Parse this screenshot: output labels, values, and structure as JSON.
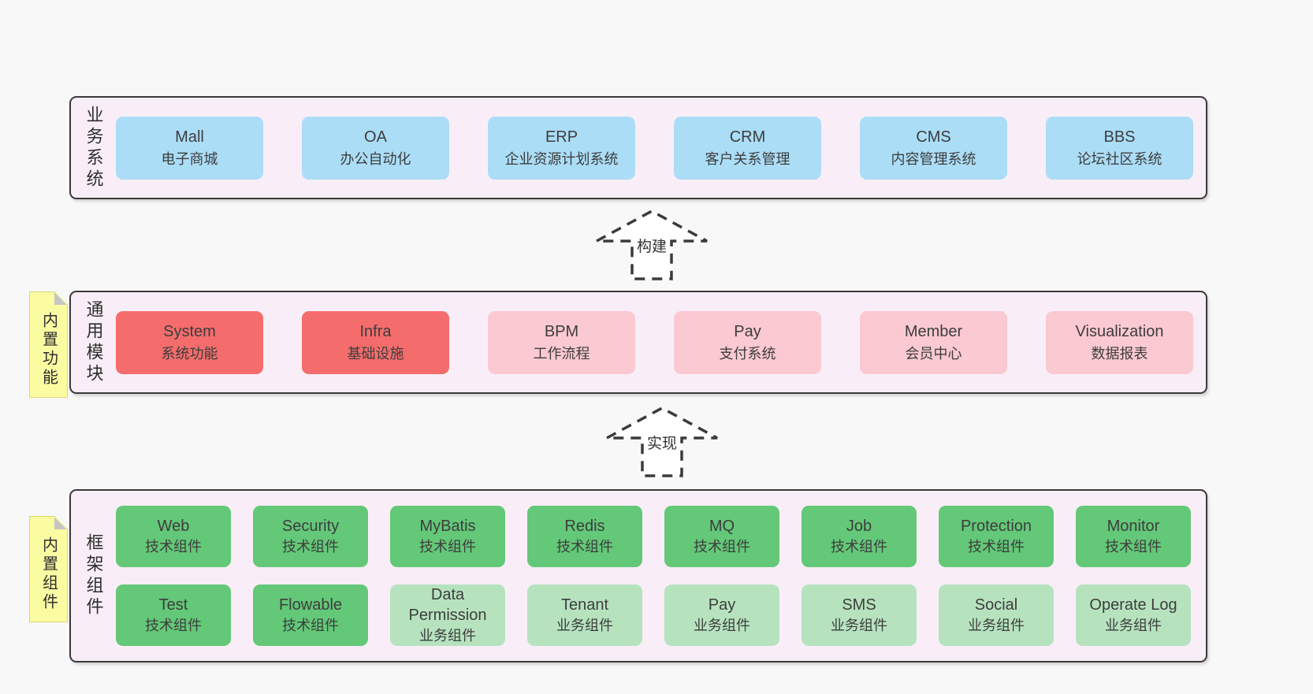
{
  "colors": {
    "page_background": "#f8f8f8",
    "panel_background": "#f9eef7",
    "panel_border": "#3a3a3a",
    "blue_box": "#abddf7",
    "red_box": "#f56c6c",
    "pink_box": "#fbc9d2",
    "green_box": "#63c878",
    "light_green_box": "#b6e3be",
    "sticky_note": "#fbfba2",
    "text": "#3d3d3d"
  },
  "arrows": [
    {
      "label": "构建"
    },
    {
      "label": "实现"
    }
  ],
  "layers": [
    {
      "label": "业务系统",
      "boxes": [
        {
          "title": "Mall",
          "subtitle": "电子商城"
        },
        {
          "title": "OA",
          "subtitle": "办公自动化"
        },
        {
          "title": "ERP",
          "subtitle": "企业资源计划系统"
        },
        {
          "title": "CRM",
          "subtitle": "客户关系管理"
        },
        {
          "title": "CMS",
          "subtitle": "内容管理系统"
        },
        {
          "title": "BBS",
          "subtitle": "论坛社区系统"
        }
      ]
    },
    {
      "label": "通用模块",
      "note": "内置功能",
      "boxes": [
        {
          "title": "System",
          "subtitle": "系统功能"
        },
        {
          "title": "Infra",
          "subtitle": "基础设施"
        },
        {
          "title": "BPM",
          "subtitle": "工作流程"
        },
        {
          "title": "Pay",
          "subtitle": "支付系统"
        },
        {
          "title": "Member",
          "subtitle": "会员中心"
        },
        {
          "title": "Visualization",
          "subtitle": "数据报表"
        }
      ]
    },
    {
      "label": "框架组件",
      "note": "内置组件",
      "rows": [
        [
          {
            "title": "Web",
            "subtitle": "技术组件"
          },
          {
            "title": "Security",
            "subtitle": "技术组件"
          },
          {
            "title": "MyBatis",
            "subtitle": "技术组件"
          },
          {
            "title": "Redis",
            "subtitle": "技术组件"
          },
          {
            "title": "MQ",
            "subtitle": "技术组件"
          },
          {
            "title": "Job",
            "subtitle": "技术组件"
          },
          {
            "title": "Protection",
            "subtitle": "技术组件"
          },
          {
            "title": "Monitor",
            "subtitle": "技术组件"
          }
        ],
        [
          {
            "title": "Test",
            "subtitle": "技术组件"
          },
          {
            "title": "Flowable",
            "subtitle": "技术组件"
          },
          {
            "title": "Data Permission",
            "subtitle": "业务组件"
          },
          {
            "title": "Tenant",
            "subtitle": "业务组件"
          },
          {
            "title": "Pay",
            "subtitle": "业务组件"
          },
          {
            "title": "SMS",
            "subtitle": "业务组件"
          },
          {
            "title": "Social",
            "subtitle": "业务组件"
          },
          {
            "title": "Operate Log",
            "subtitle": "业务组件"
          }
        ]
      ]
    }
  ]
}
